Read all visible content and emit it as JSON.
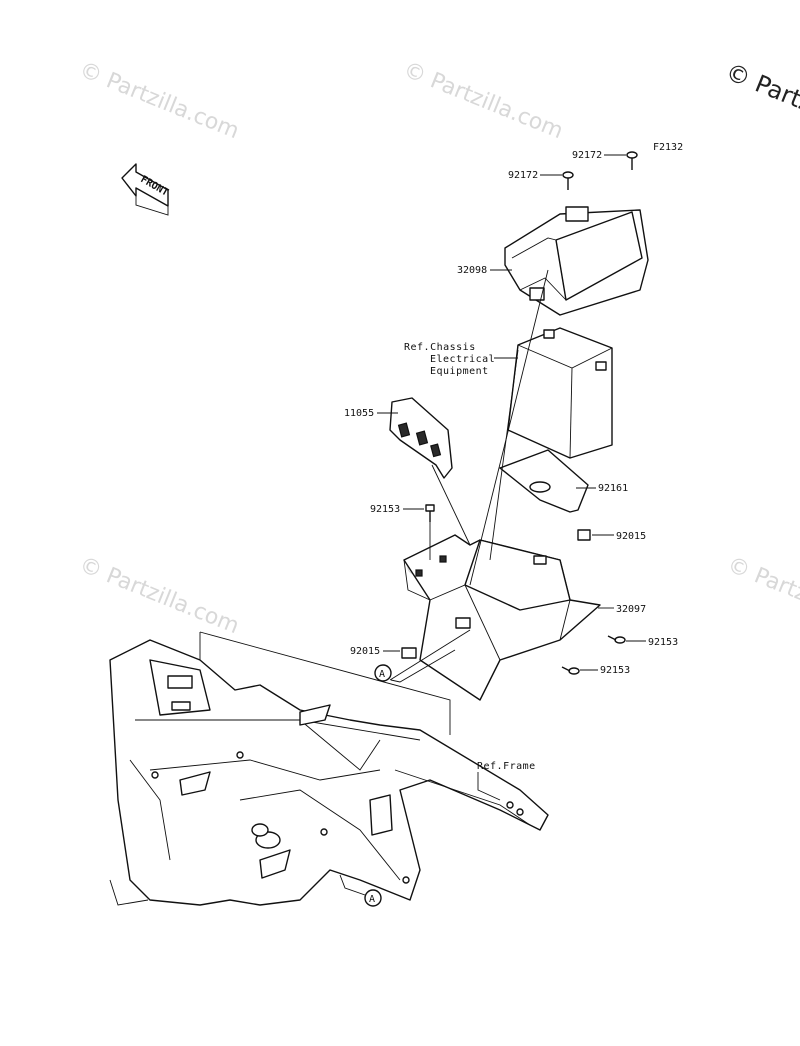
{
  "diagram_code": "F2132",
  "copyright_mark": "© Partz",
  "watermark_text": "© Partzilla.com",
  "front_label": "FRONT",
  "callout_letter": "A",
  "labels": {
    "p92172_a": "92172",
    "p92172_b": "92172",
    "p32098": "32098",
    "p11055": "11055",
    "p92161": "92161",
    "p92153_a": "92153",
    "p92015_a": "92015",
    "p32097": "32097",
    "p92153_b": "92153",
    "p92015_b": "92015",
    "p92153_c": "92153"
  },
  "ref_chassis": [
    "Ref.Chassis",
    "Electrical",
    "Equipment"
  ],
  "ref_frame": "Ref.Frame"
}
